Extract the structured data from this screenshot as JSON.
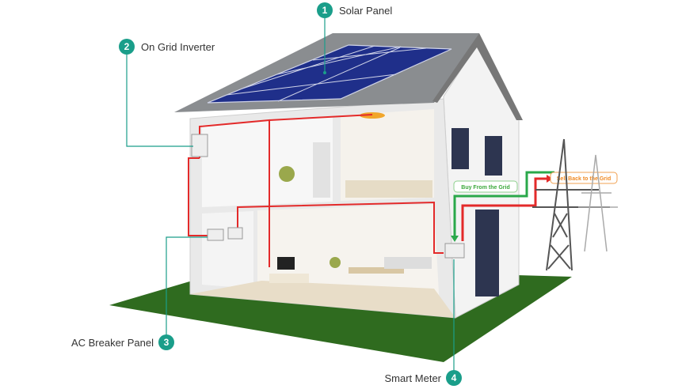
{
  "title": "On Grid Solar System",
  "colors": {
    "accent": "#1a9e8a",
    "wire": "#e32a2a",
    "buy": "#2aa84a",
    "sell": "#f08a24",
    "roof": "#8a8d90",
    "panel": "#1f2f8a",
    "ground": "#2f6b1f"
  },
  "callouts": [
    {
      "number": "1",
      "label": "Solar Panel"
    },
    {
      "number": "2",
      "label": "On Grid Inverter"
    },
    {
      "number": "3",
      "label": "AC Breaker Panel"
    },
    {
      "number": "4",
      "label": "Smart Meter"
    }
  ],
  "flow_tags": {
    "buy": "Buy From the Grid",
    "sell": "Sell Back to the Grid"
  }
}
